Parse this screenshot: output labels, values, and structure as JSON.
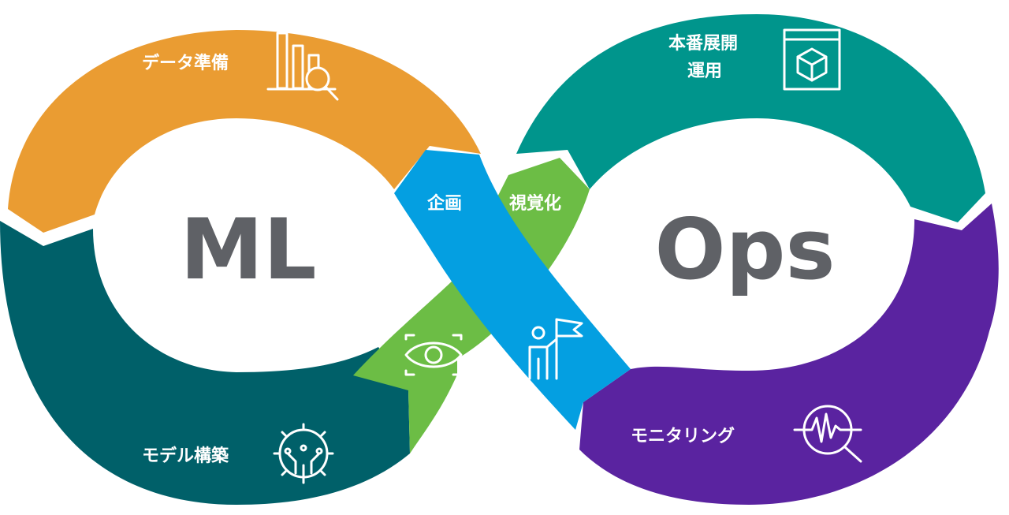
{
  "title_left": "ML",
  "title_right": "Ops",
  "segments": {
    "data_prep": {
      "label": "データ準備",
      "color": "#ea9c32",
      "icon": "chart-magnifier-icon"
    },
    "model_build": {
      "label": "モデル構築",
      "color": "#006069",
      "icon": "gear-circuit-icon"
    },
    "deploy": {
      "label_line1": "本番展開",
      "label_line2": "運用",
      "color": "#00958c",
      "icon": "browser-box-icon"
    },
    "monitoring": {
      "label": "モニタリング",
      "color": "#5a23a0",
      "icon": "waveform-magnifier-icon"
    },
    "planning": {
      "label": "企画",
      "color": "#049fe1",
      "icon": "person-flag-icon"
    },
    "visualization": {
      "label": "視覚化",
      "color": "#6cbd45",
      "icon": "eye-icon"
    }
  }
}
